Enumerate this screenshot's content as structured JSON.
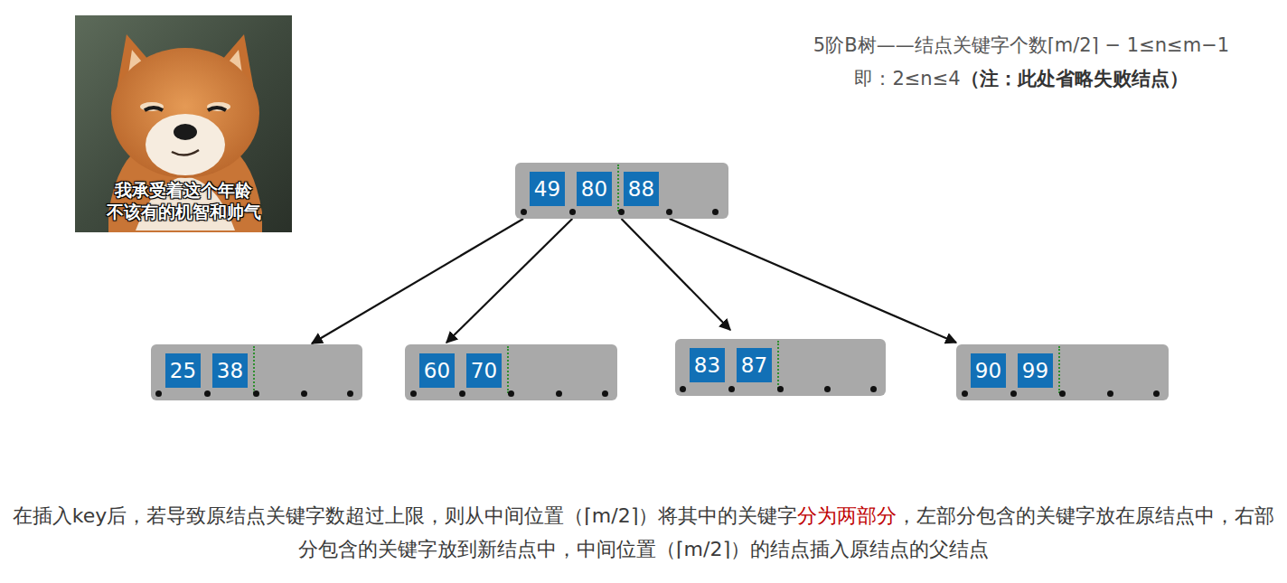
{
  "diagram": {
    "nodes": [
      {
        "text": [
          "49",
          "80",
          "88"
        ]
      },
      {
        "text": [
          "25",
          "38"
        ]
      },
      {
        "text": [
          "60",
          "70"
        ]
      },
      {
        "text": [
          "83",
          "87"
        ]
      },
      {
        "text": [
          "90",
          "99"
        ]
      }
    ],
    "edges": [
      {
        "from": 0,
        "to": 1,
        "arrow": "to"
      },
      {
        "from": 0,
        "to": 2,
        "arrow": "to"
      },
      {
        "from": 0,
        "to": 3,
        "arrow": "to"
      },
      {
        "from": 0,
        "to": 4,
        "arrow": "to"
      }
    ],
    "labels": [
      "我承受着这个年龄",
      "不该有的机智和帅气",
      "5阶B树——结点关键字个数⌈m/2⌉ − 1≤n≤m−1",
      "即：2≤n≤4",
      "（注：此处省略失败结点）",
      "在插入key后，若导致原结点关键字数超过上限，则从中间位置（⌈m/2⌉）将其中的关键字",
      "分为两部分",
      "，左部分包含的关键字放在原结点中，右部分包含的关键字放到新结点中，中间位置（⌈m/2⌉）的结点插入原结点的父结点"
    ]
  }
}
